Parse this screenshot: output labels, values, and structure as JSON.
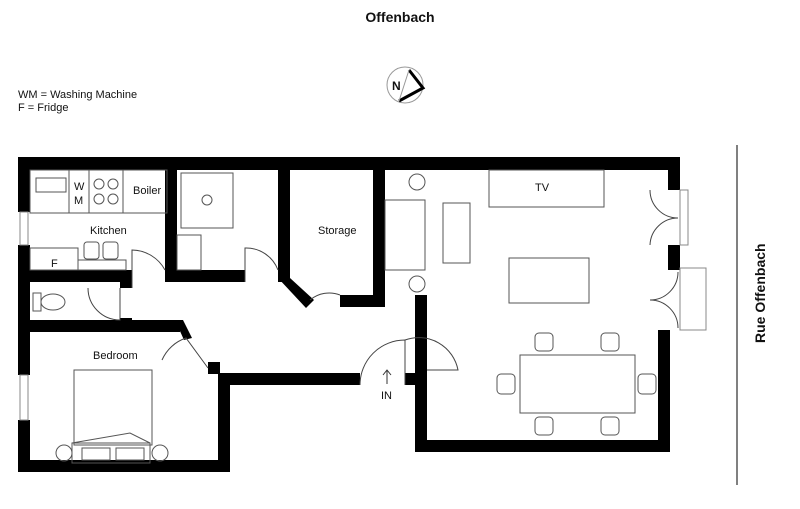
{
  "title": "Offenbach",
  "legend": [
    "WM = Washing Machine",
    "F = Fridge"
  ],
  "compass": {
    "letter": "N"
  },
  "street": "Rue Offenbach",
  "rooms": {
    "kitchen": "Kitchen",
    "boiler": "Boiler",
    "wm_w": "W",
    "wm_m": "M",
    "fridge": "F",
    "storage": "Storage",
    "bedroom": "Bedroom",
    "tv": "TV",
    "entrance": "IN"
  }
}
